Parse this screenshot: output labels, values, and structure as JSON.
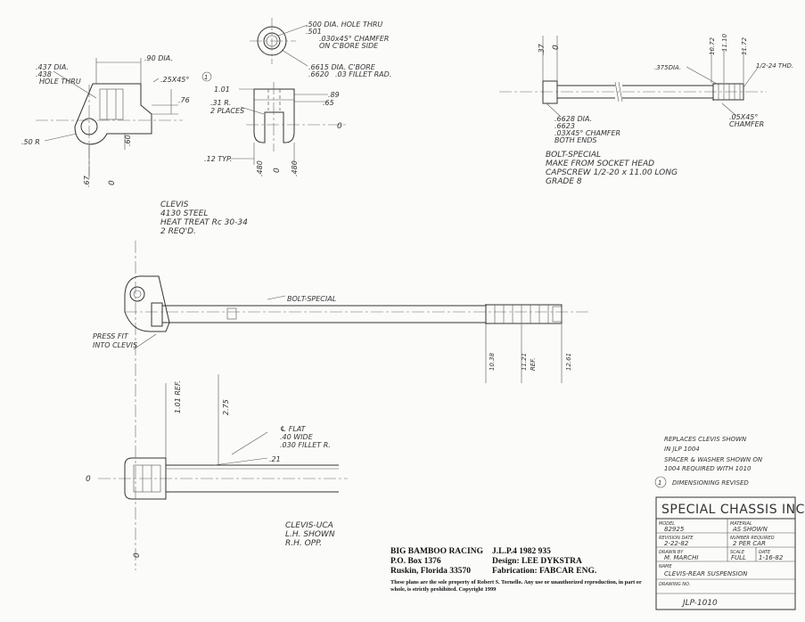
{
  "clevis_detail": {
    "hole_dia_1": ".437 DIA.",
    "hole_dia_2": ".438",
    "hole_thru": "HOLE THRU",
    "dim_90": ".90 DIA.",
    "chamfer_25": ".25X45°",
    "rev_marker": "1",
    "dim_76": ".76",
    "dim_60": ".60",
    "radius_50": ".50 R",
    "dim_67": ".67",
    "dim_0": "0",
    "bore_hole_1": ".500 DIA. HOLE THRU",
    "bore_hole_2": ".501",
    "bore_chamfer": ".030x45° CHAMFER",
    "bore_side": "ON C'BORE SIDE",
    "cbore_1": ".6615 DIA. C'BORE",
    "cbore_2": ".6620",
    "fillet_03": ".03 FILLET RAD.",
    "dim_101": "1.01",
    "dim_89": ".89",
    "dim_65": ".65",
    "radius_31": ".31 R.",
    "two_places": "2 PLACES",
    "typ_12": ".12 TYP.",
    "dim_480_a": ".480",
    "dim_480_b": ".480",
    "note_1": "CLEVIS",
    "note_2": "4130 STEEL",
    "note_3": "HEAT TREAT Rc 30-34",
    "note_4": "2 REQ'D."
  },
  "bolt_detail": {
    "dim_37": ".37",
    "dim_0": "0",
    "dim_1072": "10.72",
    "dim_1110": "11.10",
    "dim_1172": "11.72",
    "dia_375": ".375DIA.",
    "thread": "1/2-24 THD.",
    "chamfer_05_1": ".05X45°",
    "chamfer_05_2": "CHAMFER",
    "dia_1": ".6628 DIA.",
    "dia_2": ".6623",
    "chamfer_03": ".03X45° CHAMFER",
    "both_ends": "BOTH ENDS",
    "note_1": "BOLT-SPECIAL",
    "note_2": "MAKE FROM SOCKET HEAD",
    "note_3": "CAPSCREW 1/2-20 x 11.00 LONG",
    "note_4": "GRADE 8"
  },
  "assembly_top": {
    "bolt_label": "BOLT-SPECIAL",
    "press_fit_1": "PRESS FIT",
    "press_fit_2": "INTO CLEVIS",
    "dim_1038": "10.38",
    "dim_1121": "11.21",
    "ref": "REF.",
    "dim_1261": "12.61"
  },
  "assembly_bottom": {
    "dim_101_ref": "1.01 REF.",
    "dim_275": "2.75",
    "cl_flat": "℄ FLAT",
    "wide": ".40 WIDE",
    "fillet": ".030 FILLET R.",
    "dim_21": ".21",
    "dim_0a": "0",
    "dim_0b": "0",
    "note_1": "CLEVIS-UCA",
    "note_2": "L.H. SHOWN",
    "note_3": "R.H. OPP."
  },
  "credits": {
    "company": "BIG BAMBOO RACING",
    "box": "P.O. Box 1376",
    "city": "Ruskin, Florida 33570",
    "jlp": "J.L.P.4 1982 935",
    "design": "Design: LEE DYKSTRA",
    "fabrication": "Fabrication: FABCAR ENG.",
    "legal": "These plans are the sole property of Robert S. Tornello. Any use or unauthorized reproduction, in part or whole, is strictly prohibited. Copyright 1999"
  },
  "revisions": {
    "line_1": "REPLACES CLEVIS SHOWN",
    "line_2": "IN JLP 1004",
    "line_3": "SPACER & WASHER SHOWN ON",
    "line_4": "1004 REQUIRED WITH 1010",
    "rev_number": "1",
    "rev_text": "DIMENSIONING REVISED"
  },
  "title_block": {
    "title": "SPECIAL CHASSIS INC.",
    "model_label": "MODEL",
    "model_value": "82925",
    "material_label": "MATERIAL",
    "material_value": "AS SHOWN",
    "rev_date_label": "REVISION DATE",
    "rev_date_value": "2-22-82",
    "num_req_label": "NUMBER REQUIRED",
    "num_req_value": "2 PER CAR",
    "drawn_label": "DRAWN BY",
    "drawn_value": "M. MARCHI",
    "scale_label": "SCALE",
    "scale_value": "FULL",
    "date_label": "DATE",
    "date_value": "1-16-82",
    "name_label": "NAME",
    "name_value": "CLEVIS-REAR SUSPENSION",
    "drawing_no_label": "DRAWING NO.",
    "drawing_no_value": "JLP-1010"
  }
}
